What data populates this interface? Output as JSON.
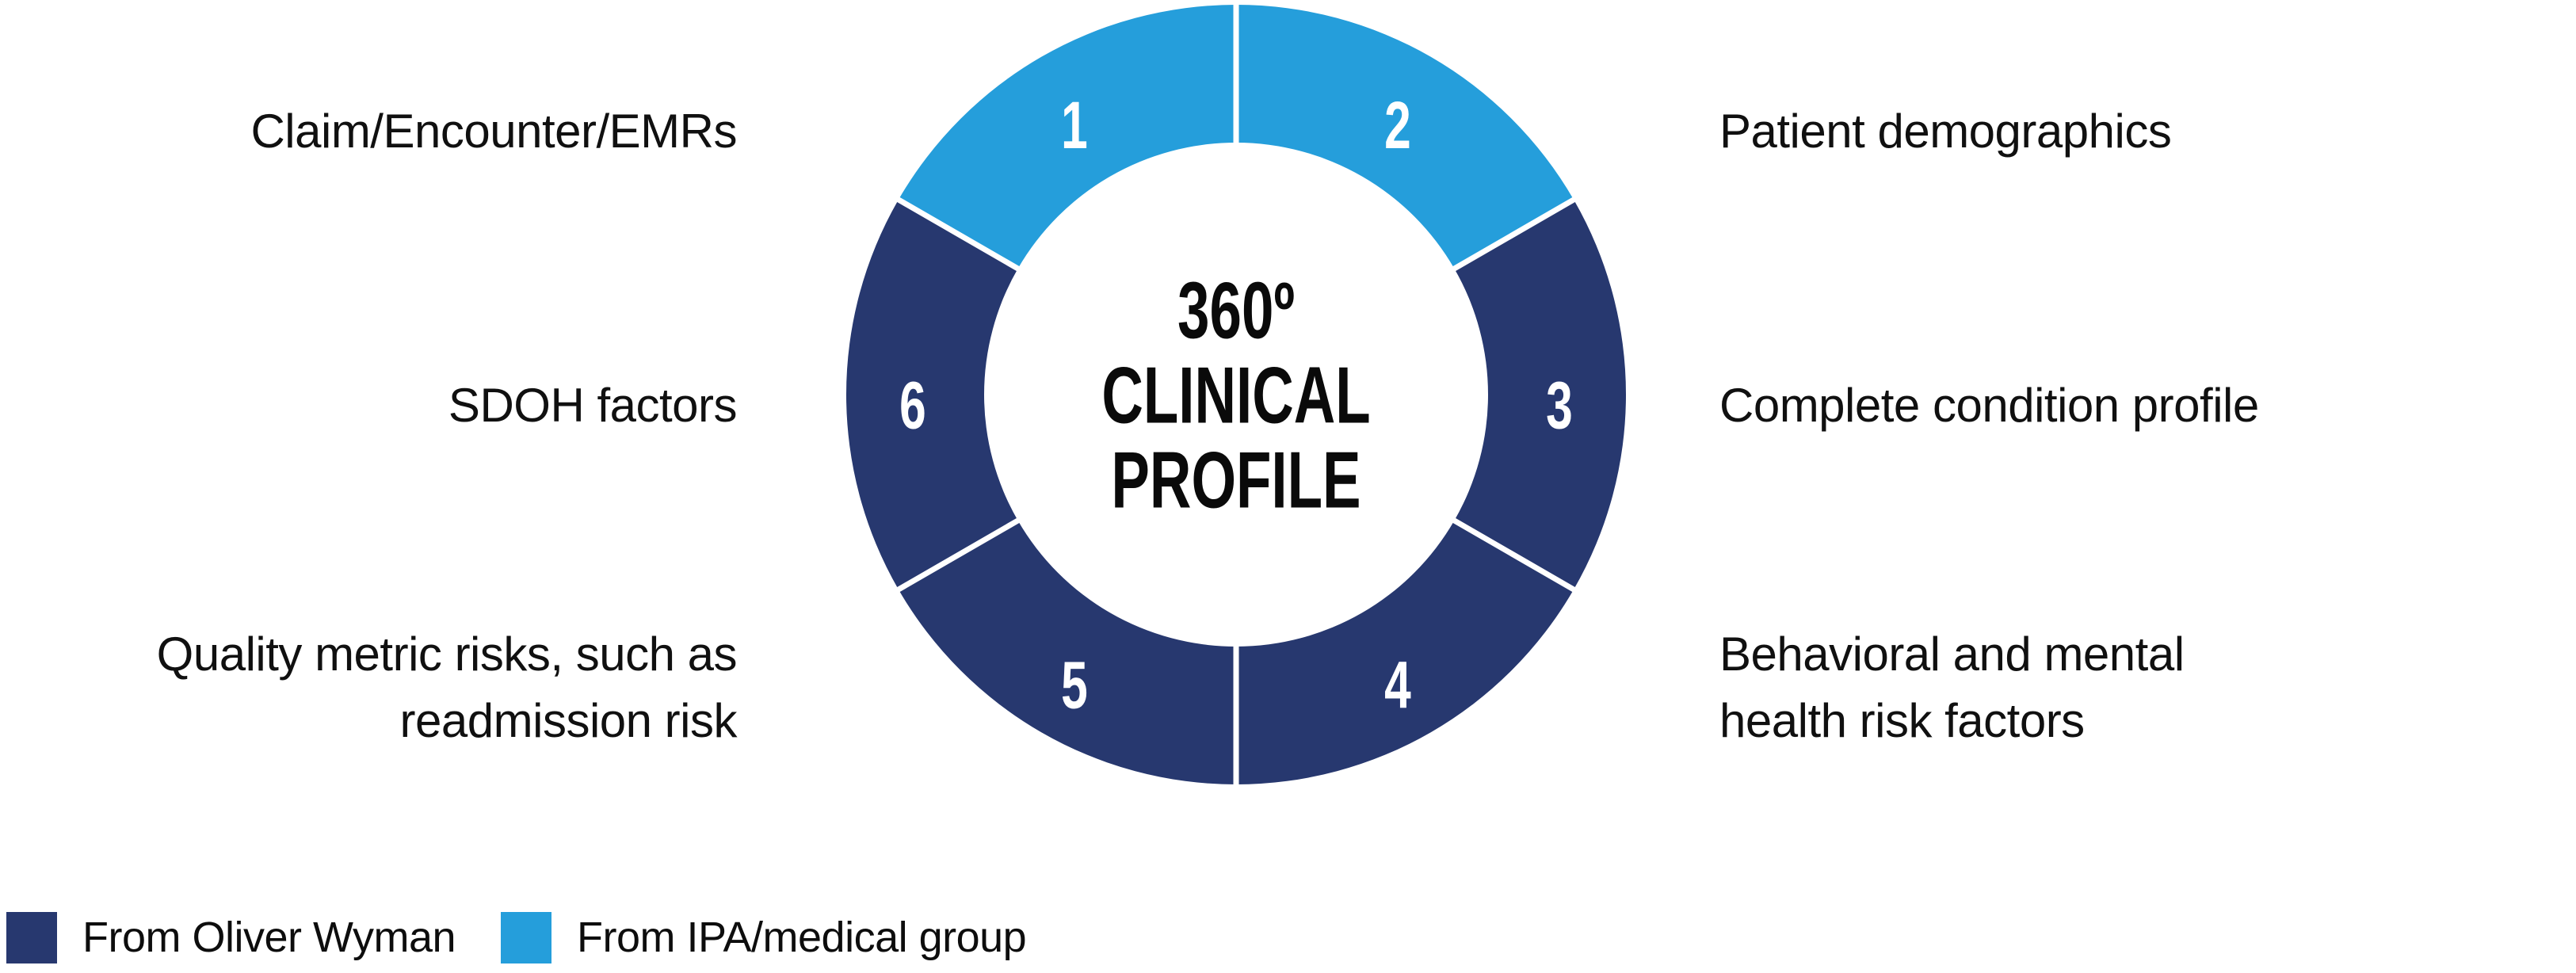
{
  "colors": {
    "navy": "#27386f",
    "light_blue": "#259edb",
    "background": "#ffffff",
    "center_text": "#0a0a0a",
    "label_text": "#101010",
    "number_text": "#ffffff",
    "divider": "#ffffff"
  },
  "chart_data": {
    "type": "pie",
    "subtype": "donut",
    "title": "360º CLINICAL PROFILE",
    "center_lines": [
      "360º",
      "CLINICAL",
      "PROFILE"
    ],
    "values": [
      1,
      1,
      1,
      1,
      1,
      1
    ],
    "legend_position": "bottom-left",
    "segments": [
      {
        "number": "1",
        "label": "Claim/Encounter/EMRs",
        "value": 1,
        "start_deg": 300,
        "end_deg": 360,
        "color": "#259edb",
        "source": "From IPA/medical group",
        "label_side": "left"
      },
      {
        "number": "2",
        "label": "Patient demographics",
        "value": 1,
        "start_deg": 0,
        "end_deg": 60,
        "color": "#259edb",
        "source": "From IPA/medical group",
        "label_side": "right"
      },
      {
        "number": "3",
        "label": "Complete condition profile",
        "value": 1,
        "start_deg": 60,
        "end_deg": 120,
        "color": "#27386f",
        "source": "From Oliver Wyman",
        "label_side": "right"
      },
      {
        "number": "4",
        "label": "Behavioral and mental\nhealth risk factors",
        "value": 1,
        "start_deg": 120,
        "end_deg": 180,
        "color": "#27386f",
        "source": "From Oliver Wyman",
        "label_side": "right"
      },
      {
        "number": "5",
        "label": "Quality metric risks, such as\nreadmission risk",
        "value": 1,
        "start_deg": 180,
        "end_deg": 240,
        "color": "#27386f",
        "source": "From Oliver Wyman",
        "label_side": "left"
      },
      {
        "number": "6",
        "label": "SDOH factors",
        "value": 1,
        "start_deg": 240,
        "end_deg": 300,
        "color": "#27386f",
        "source": "From Oliver Wyman",
        "label_side": "left"
      }
    ]
  },
  "legend": {
    "items": [
      {
        "label": "From Oliver Wyman",
        "color": "#27386f"
      },
      {
        "label": "From IPA/medical group",
        "color": "#259edb"
      }
    ]
  }
}
